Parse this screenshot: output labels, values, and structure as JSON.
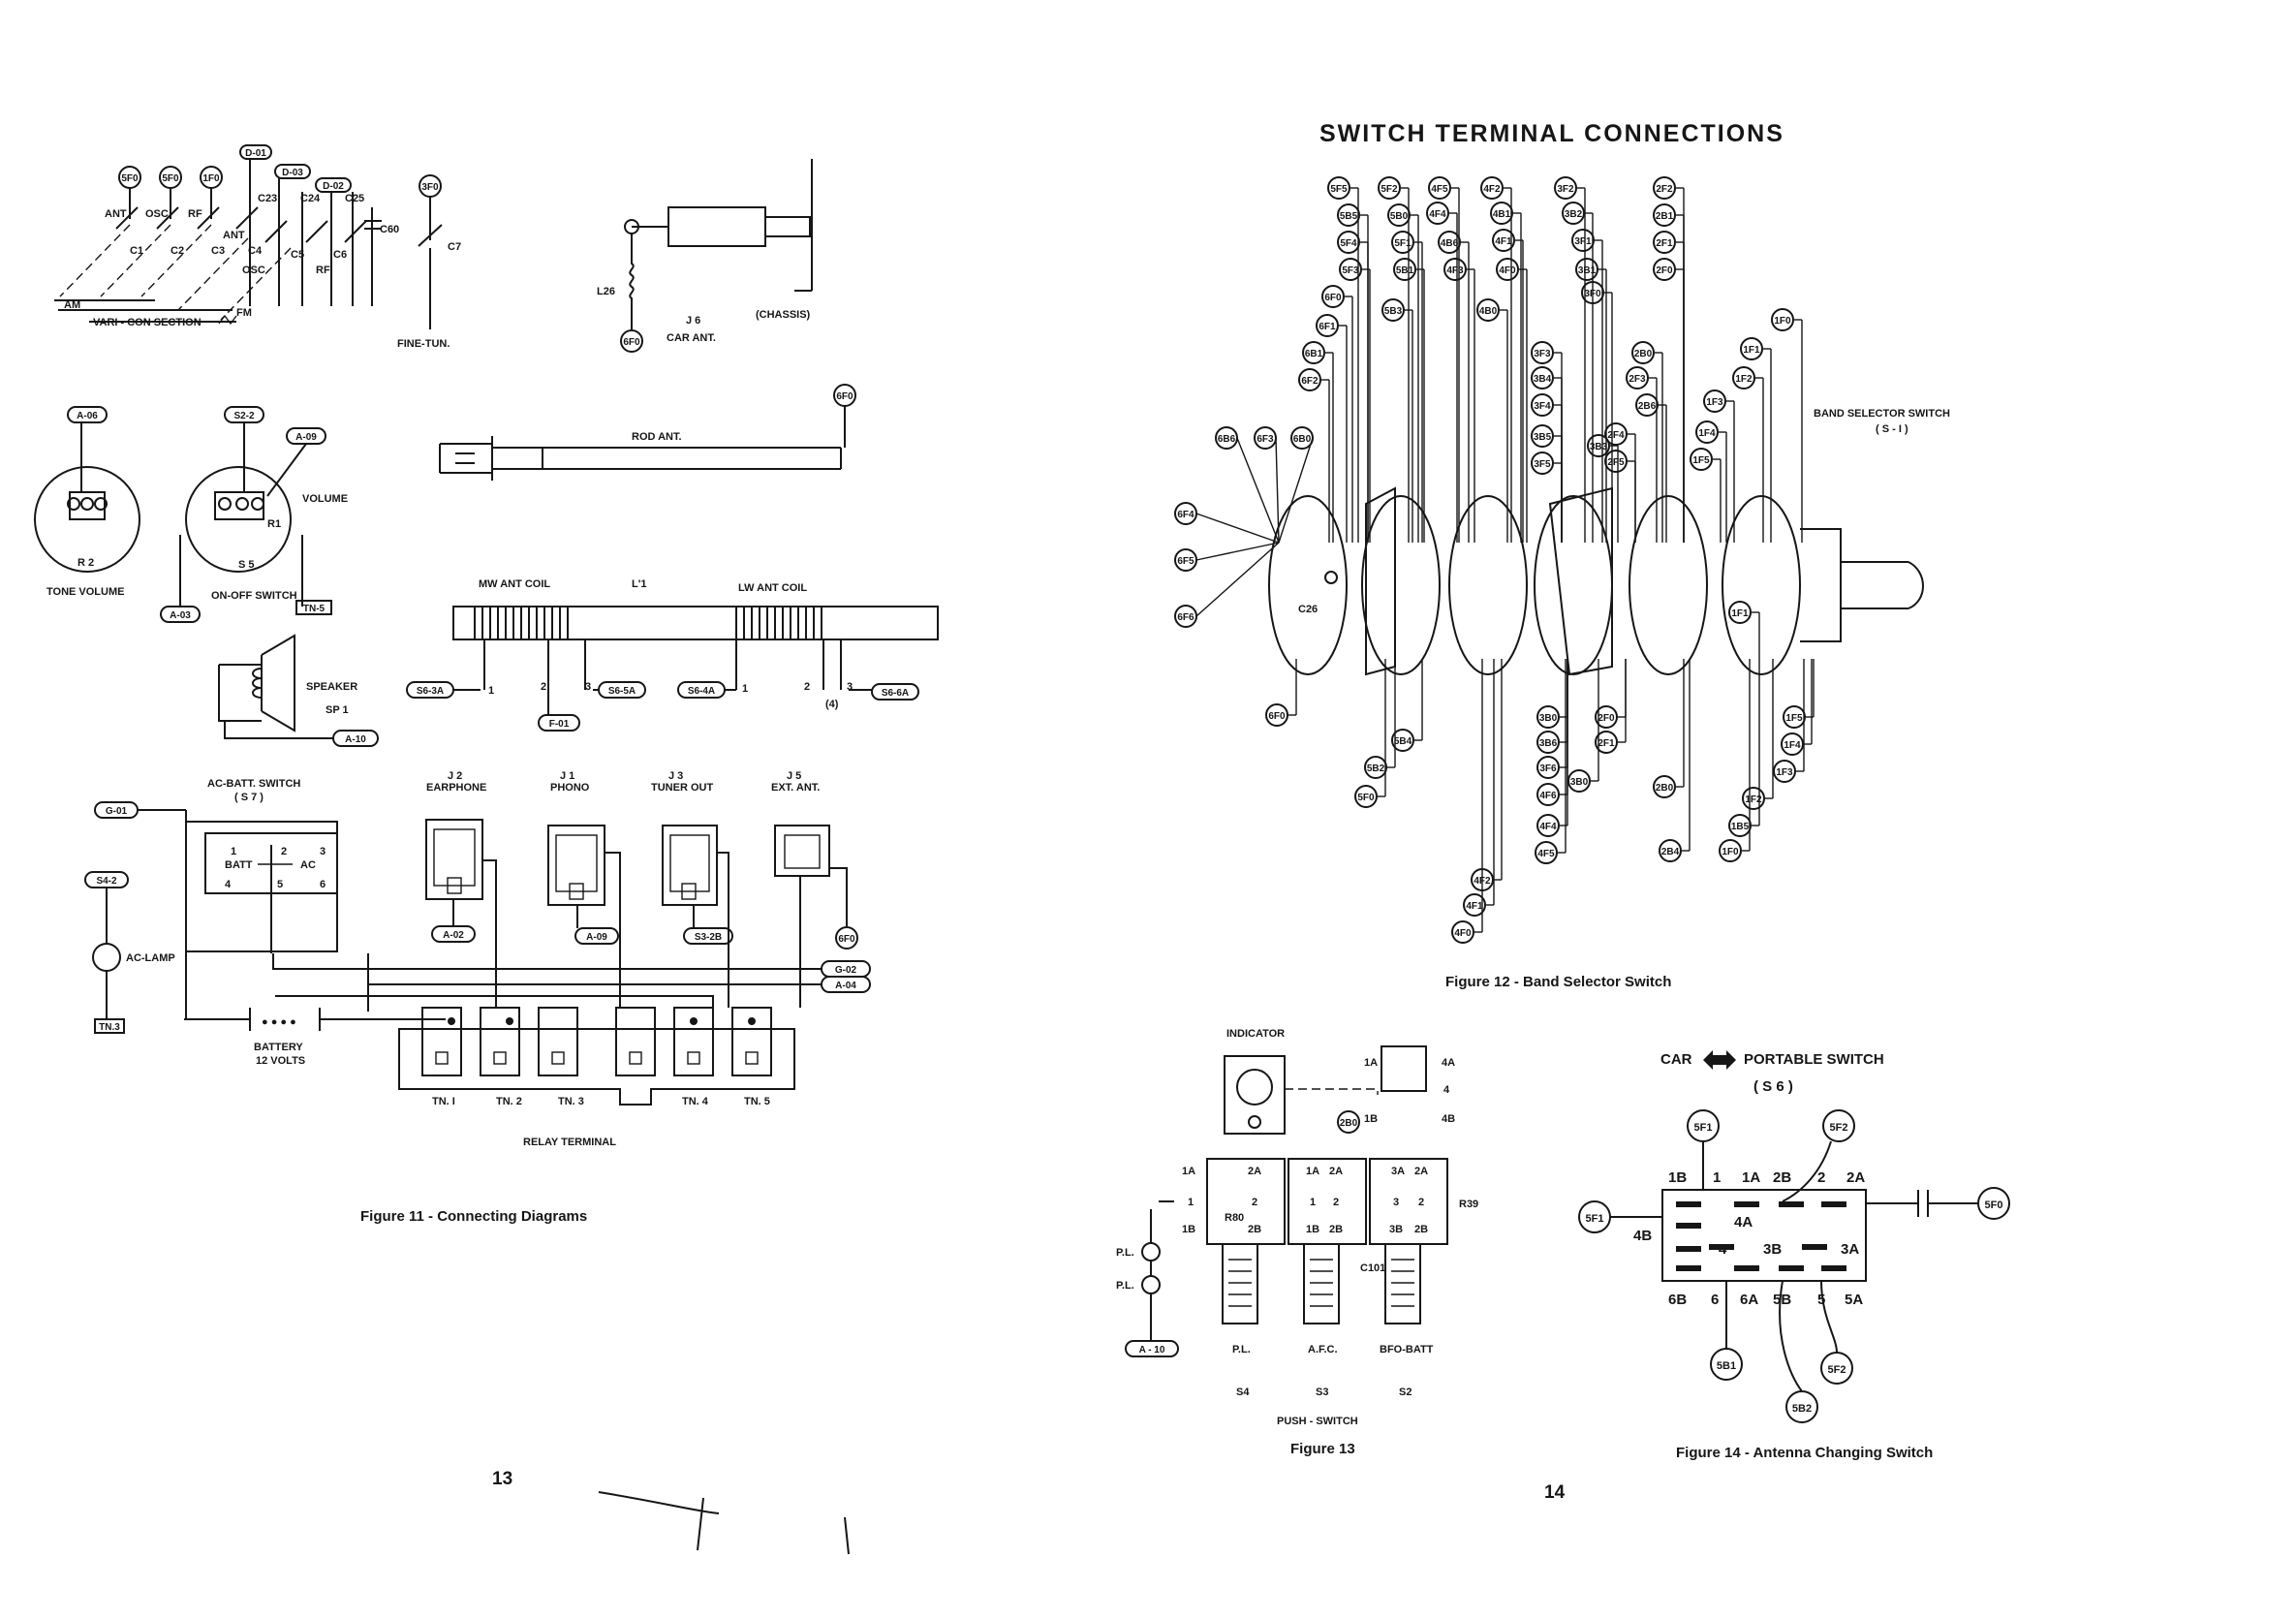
{
  "left_page": {
    "page_number": "13",
    "figure_caption": "Figure 11 - Connecting Diagrams",
    "varicon": {
      "top_tags": [
        "5F0",
        "5F0",
        "1F0"
      ],
      "d_tags": [
        "D-01",
        "D-03",
        "D-02"
      ],
      "trimmers": [
        "C23",
        "C24",
        "C25"
      ],
      "c60": "C60",
      "section_labels": [
        "ANT",
        "OSC",
        "RF",
        "ANT"
      ],
      "caps": [
        "C1",
        "C2",
        "C3",
        "C4",
        "C5",
        "C6"
      ],
      "lower_labels": [
        "OSC",
        "RF"
      ],
      "am": "AM",
      "fm": "FM",
      "section_title": "VARI - CON\nSECTION"
    },
    "fine_tune": {
      "tag": "3F0",
      "cap": "C7",
      "label": "FINE-TUN."
    },
    "car_ant": {
      "coil": "L26",
      "jack": "J 6",
      "jack_label": "CAR ANT.",
      "chassis": "(CHASSIS)",
      "tag": "6F0"
    },
    "tone": {
      "tag": "A-06",
      "name": "R 2",
      "label": "TONE VOLUME"
    },
    "volume": {
      "tag1": "S2-2",
      "tag2": "A-09",
      "label": "VOLUME",
      "r1": "R1",
      "s5": "S 5",
      "switch_label": "ON-OFF SWITCH",
      "tag3": "A-03",
      "tag4": "TN-5"
    },
    "rod_ant": {
      "label": "ROD ANT.",
      "tag": "6F0"
    },
    "coil": {
      "mw": "MW ANT COIL",
      "l1": "L'1",
      "lw": "LW ANT COIL",
      "tags": [
        "S6-3A",
        "S6-5A",
        "S6-4A",
        "S6-6A",
        "F-01"
      ],
      "pins": [
        "1",
        "2",
        "3",
        "1",
        "2",
        "3",
        "(4)"
      ]
    },
    "speaker": {
      "label": "SPEAKER",
      "ref": "SP 1",
      "tag": "A-10"
    },
    "ac_batt": {
      "title": "AC-BATT. SWITCH",
      "ref": "( S 7 )",
      "batt": "BATT",
      "ac": "AC",
      "pins": [
        "1",
        "2",
        "3",
        "4",
        "5",
        "6"
      ]
    },
    "jacks": [
      {
        "ref": "J 2",
        "name": "EARPHONE",
        "tag": "A-02"
      },
      {
        "ref": "J 1",
        "name": "PHONO",
        "tag": "A-09"
      },
      {
        "ref": "J 3",
        "name": "TUNER OUT",
        "tag": "S3-2B"
      },
      {
        "ref": "J 5",
        "name": "EXT. ANT.",
        "tag": "6F0"
      }
    ],
    "side_tags": {
      "g01": "G-01",
      "s42": "S4-2",
      "ac_lamp": "AC-LAMP",
      "tn3": "TN.3",
      "g02": "G-02",
      "a04": "A-04"
    },
    "battery": {
      "label": "BATTERY",
      "volts": "12 VOLTS"
    },
    "relay": {
      "terminals": [
        "TN. I",
        "TN. 2",
        "TN. 3",
        "TN. 4",
        "TN. 5"
      ],
      "title": "RELAY   TERMINAL"
    }
  },
  "right_page": {
    "title": "SWITCH TERMINAL CONNECTIONS",
    "page_number": "14",
    "fig12": {
      "caption": "Figure 12 - Band Selector Switch",
      "label": "BAND SELECTOR SWITCH",
      "ref": "( S - I )",
      "c26": "C26",
      "tags_top": [
        "5F5",
        "5F2",
        "4F5",
        "4F2",
        "3F2",
        "2F2",
        "5B5",
        "5B0",
        "4F4",
        "4B1",
        "3B2",
        "2B1",
        "5F4",
        "5F1",
        "4B6",
        "4F1",
        "3F1",
        "2F1",
        "5F3",
        "5B1",
        "4F3",
        "4F0",
        "3B1",
        "2F0",
        "6F0",
        "5B3",
        "4B0",
        "3F0",
        "6F1",
        "6B1",
        "6F2",
        "3F3",
        "3B4",
        "2B0",
        "2F3",
        "2B6",
        "3F4",
        "3B5",
        "3B3",
        "2F4",
        "3F5",
        "2F5",
        "1F0",
        "1F1",
        "1F2",
        "1F3",
        "1F4",
        "1F5"
      ],
      "tags_left": [
        "6B6",
        "6F3",
        "6B0",
        "6F4",
        "6F5",
        "6F6"
      ],
      "tags_bottom": [
        "6F0",
        "5B4",
        "5B2",
        "5F0",
        "3B0",
        "3B6",
        "3F6",
        "4F6",
        "4F4",
        "4F5",
        "4F2",
        "4F1",
        "4F0",
        "2F0",
        "2F1",
        "3B0",
        "2B0",
        "2B4",
        "1F5",
        "1F4",
        "1F3",
        "1F2",
        "1B5",
        "1F0",
        "1F1"
      ]
    },
    "fig13": {
      "caption": "Figure 13",
      "indicator": "INDICATOR",
      "labels": [
        "1A",
        "2A",
        "1A",
        "2A",
        "3A",
        "2A",
        "1",
        "2",
        "1",
        "2",
        "3",
        "2",
        "1B",
        "2B",
        "1B",
        "2B",
        "3B",
        "2B"
      ],
      "top_labels": [
        "1A",
        "4A",
        "4",
        "1B",
        "4B"
      ],
      "tag_2b0": "2B0",
      "r80": "R80",
      "r39": "R39",
      "c101": "C101",
      "pl": [
        "P.L.",
        "P.L."
      ],
      "a10": "A - 10",
      "switch_names": [
        "P.L.",
        "A.F.C.",
        "BFO-BATT"
      ],
      "switch_refs": [
        "S4",
        "S3",
        "S2"
      ],
      "push_switch": "PUSH - SWITCH"
    },
    "fig14": {
      "caption": "Figure 14 - Antenna Changing Switch",
      "title_left": "CAR",
      "title_right": "PORTABLE SWITCH",
      "ref": "( S 6 )",
      "top_row": [
        "1B",
        "1",
        "1A",
        "2B",
        "2",
        "2A"
      ],
      "mid_row": [
        "4A",
        "4B",
        "4",
        "3B",
        "3A"
      ],
      "bottom_row": [
        "6B",
        "6",
        "6A",
        "5B",
        "5",
        "5A"
      ],
      "tags": [
        "5F1",
        "5F2",
        "5F1",
        "5F0",
        "5B1",
        "5F2",
        "5B2"
      ]
    }
  }
}
